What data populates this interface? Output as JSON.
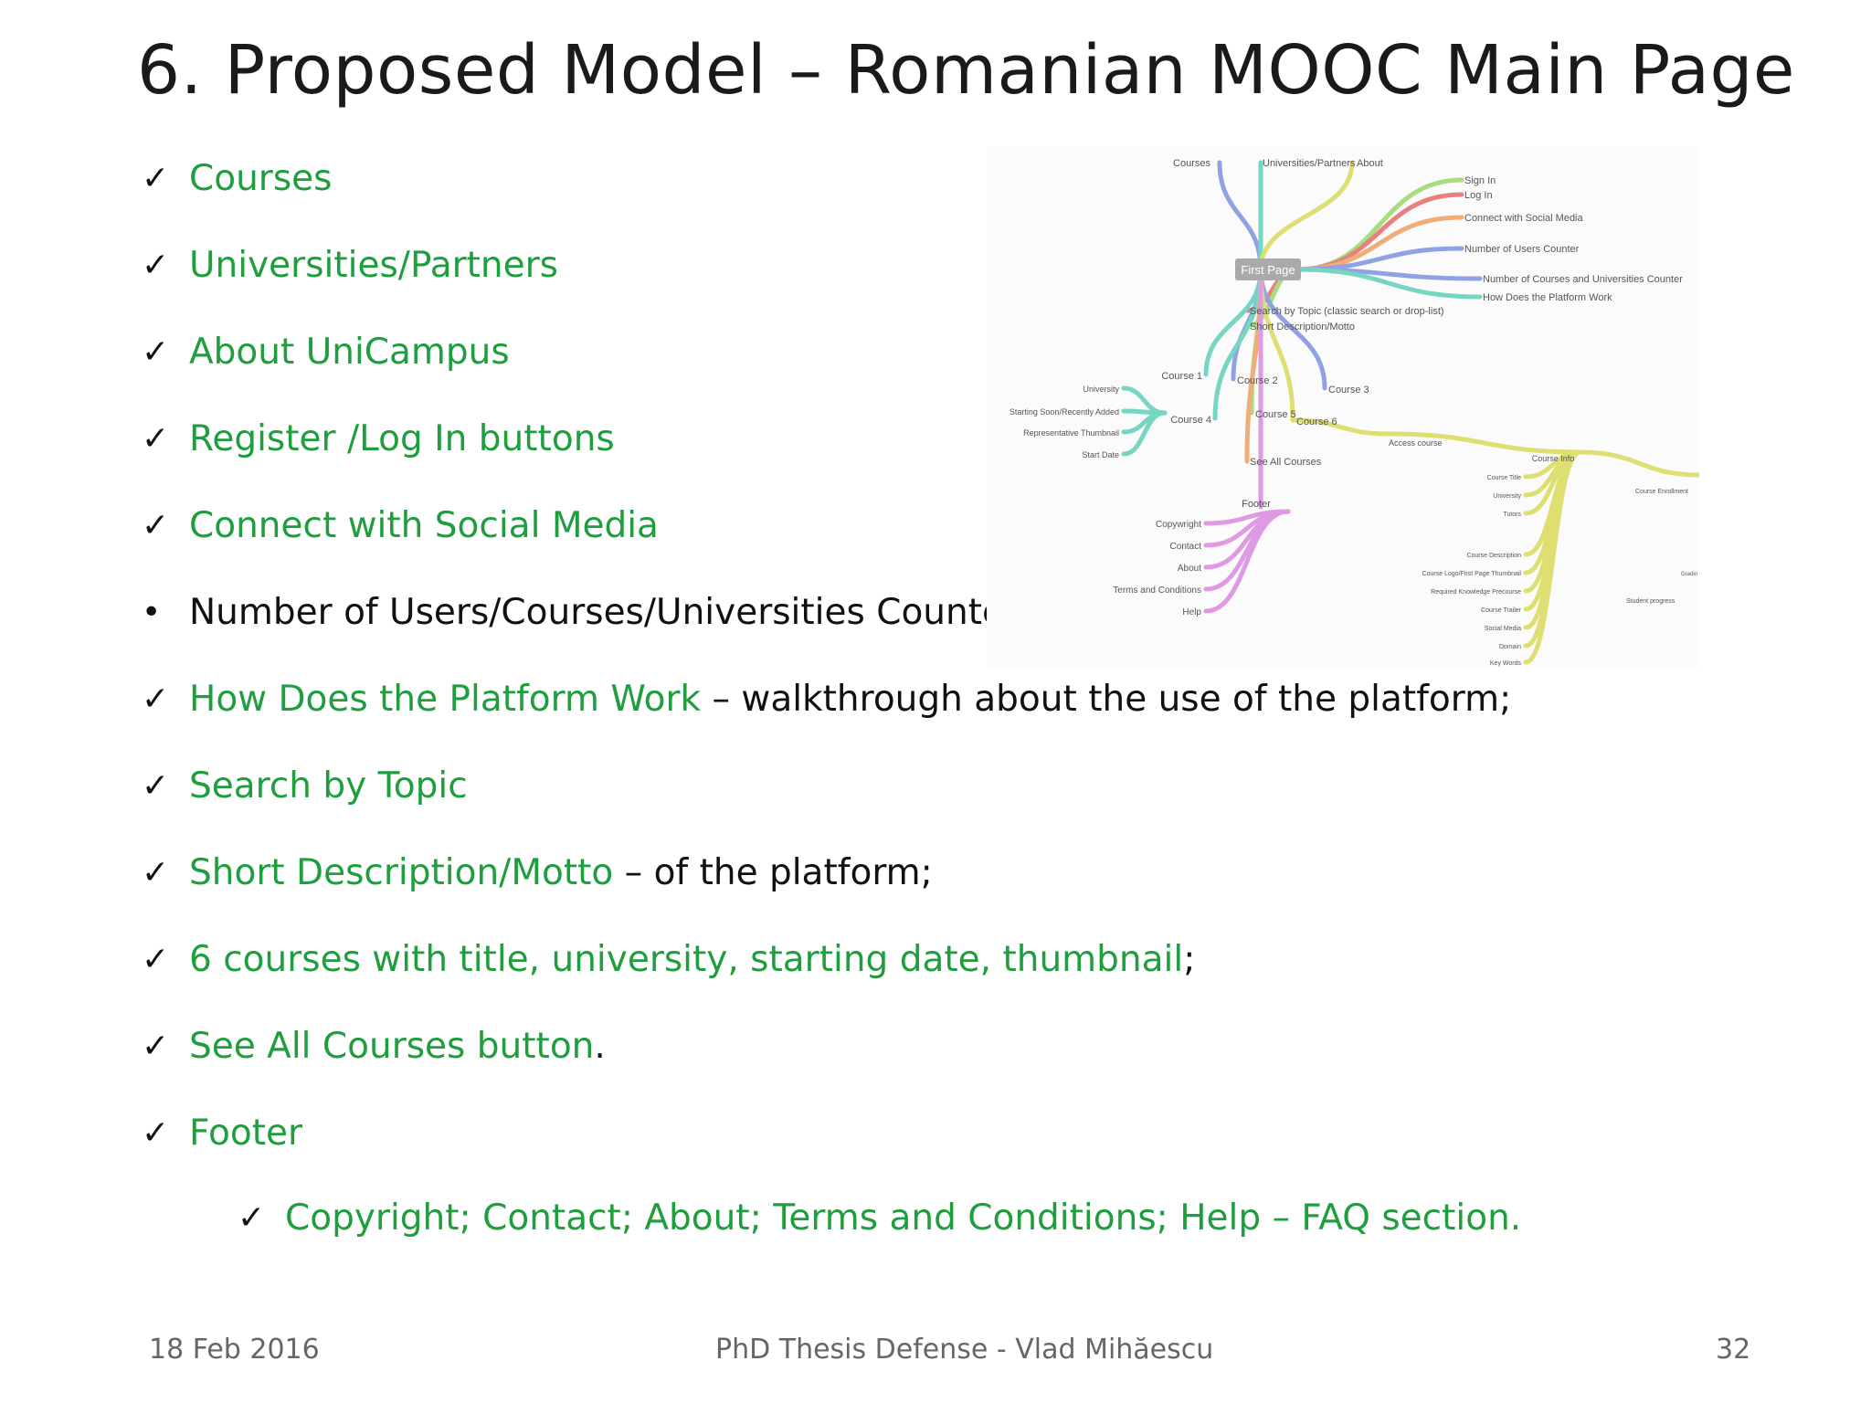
{
  "title": "6. Proposed Model – Romanian MOOC Main Page",
  "bullets": [
    {
      "marker": "✓",
      "green": "Courses",
      "rest": ""
    },
    {
      "marker": "✓",
      "green": "Universities/Partners",
      "rest": ""
    },
    {
      "marker": "✓",
      "green": "About UniCampus",
      "rest": ""
    },
    {
      "marker": "✓",
      "green": "Register /Log In buttons",
      "rest": ""
    },
    {
      "marker": "✓",
      "green": "Connect with Social Media",
      "rest": ""
    },
    {
      "marker": "•",
      "green": "",
      "rest": "Number of Users/Courses/Universities Counter"
    },
    {
      "marker": "✓",
      "green": "How Does the Platform Work",
      "rest": " – walkthrough about the use of the platform;"
    },
    {
      "marker": "✓",
      "green": "Search by Topic",
      "rest": ""
    },
    {
      "marker": "✓",
      "green": "Short Description/Motto",
      "rest": " – of the platform;"
    },
    {
      "marker": "✓",
      "green": "6 courses with title, university, starting date, thumbnail",
      "rest": ";"
    },
    {
      "marker": "✓",
      "green": "See All Courses button",
      "rest": "."
    },
    {
      "marker": "✓",
      "green": "Footer",
      "rest": ""
    }
  ],
  "sub_bullet": {
    "marker": "✓",
    "green": "Copyright; Contact; About; Terms and Conditions; Help – FAQ section.",
    "rest": ""
  },
  "diagram": {
    "root": "First Page",
    "top": [
      "Courses",
      "Universities/Partners",
      "About"
    ],
    "right": [
      "Sign In",
      "Log In",
      "Connect with Social Media",
      "Number of Users Counter",
      "Number of Courses and Universities Counter",
      "How Does the Platform Work"
    ],
    "middle": [
      "Search by Topic (classic search or drop-list)",
      "Short Description/Motto"
    ],
    "courses": [
      "Course 1",
      "Course 2",
      "Course 3",
      "Course 4",
      "Course 5",
      "Course 6"
    ],
    "course_attrs": [
      "University",
      "Starting Soon/Recently Added",
      "Representative Thumbnail",
      "Start Date"
    ],
    "see_all": "See All Courses",
    "footer": "Footer",
    "footer_items": [
      "Copywright",
      "Contact",
      "About",
      "Terms and Conditions",
      "Help"
    ],
    "access": "Access course",
    "course_info": "Course Info",
    "course_info_items": [
      "Course Title",
      "University",
      "Tutors",
      "Course Description",
      "Course Logo/First Page Thumbnail",
      "Required Knowledge Precourse",
      "Course Trailer",
      "Social Media",
      "Domain",
      "Key Words"
    ],
    "enrollment": "Course Enrollment",
    "student_progress": "Student progress",
    "grading": "Gradin"
  },
  "colors": {
    "green": "#1f9e3e",
    "teal": "#5fd0b8",
    "blue": "#7f93e0",
    "yellow": "#d9d95a",
    "pink": "#d98be0",
    "orange": "#f0a060",
    "red": "#e76a6a",
    "lime": "#9ad86a"
  },
  "footer": {
    "date": "18 Feb 2016",
    "center": "PhD Thesis Defense - Vlad Mihăescu",
    "page": "32"
  }
}
